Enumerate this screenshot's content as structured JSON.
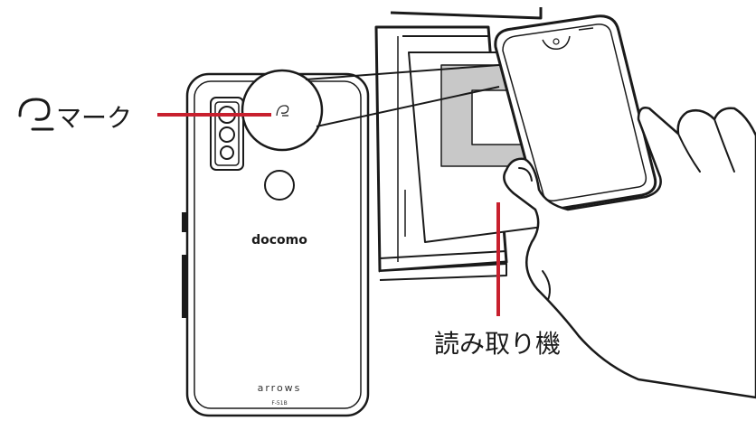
{
  "labels": {
    "mark_label": "マーク",
    "reader_label": "読み取り機"
  },
  "phone_back": {
    "brand_logo": "docomo",
    "model_brand": "arrows",
    "model_number": "F-51B"
  },
  "icons": {
    "fel_mark": "felica-mark-icon"
  },
  "colors": {
    "leader_line": "#c8202e",
    "outline": "#1a1a1a",
    "reader_screen": "#c8c8c8"
  }
}
